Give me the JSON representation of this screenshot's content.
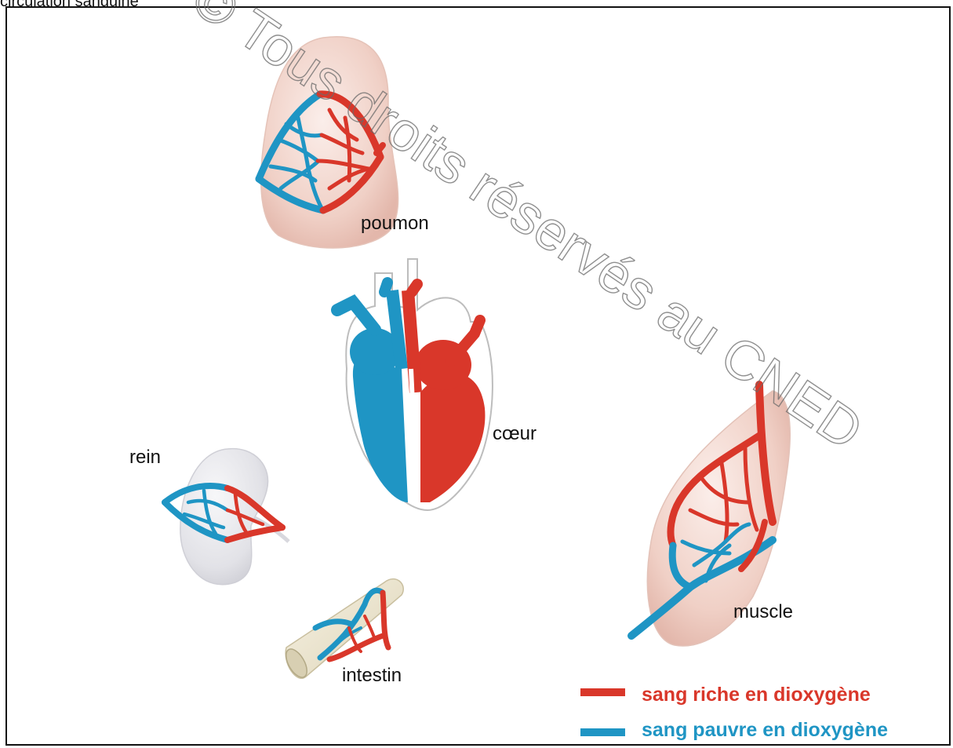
{
  "caption": "circulation sanguine",
  "labels": {
    "lung": "poumon",
    "heart": "cœur",
    "kidney": "rein",
    "muscle": "muscle",
    "intestine": "intestin"
  },
  "legend": [
    {
      "label": "sang riche en dioxygène",
      "color": "#d9372a"
    },
    {
      "label": "sang pauvre en dioxygène",
      "color": "#1f95c4"
    }
  ],
  "watermark": "© Tous droits réservés au CNED",
  "colors": {
    "oxygen_rich": "#d9372a",
    "oxygen_poor": "#1f95c4",
    "organ_pink": "#f1d4cc",
    "organ_grey": "#e4e4e8",
    "intestine_beige": "#ece6d3"
  }
}
